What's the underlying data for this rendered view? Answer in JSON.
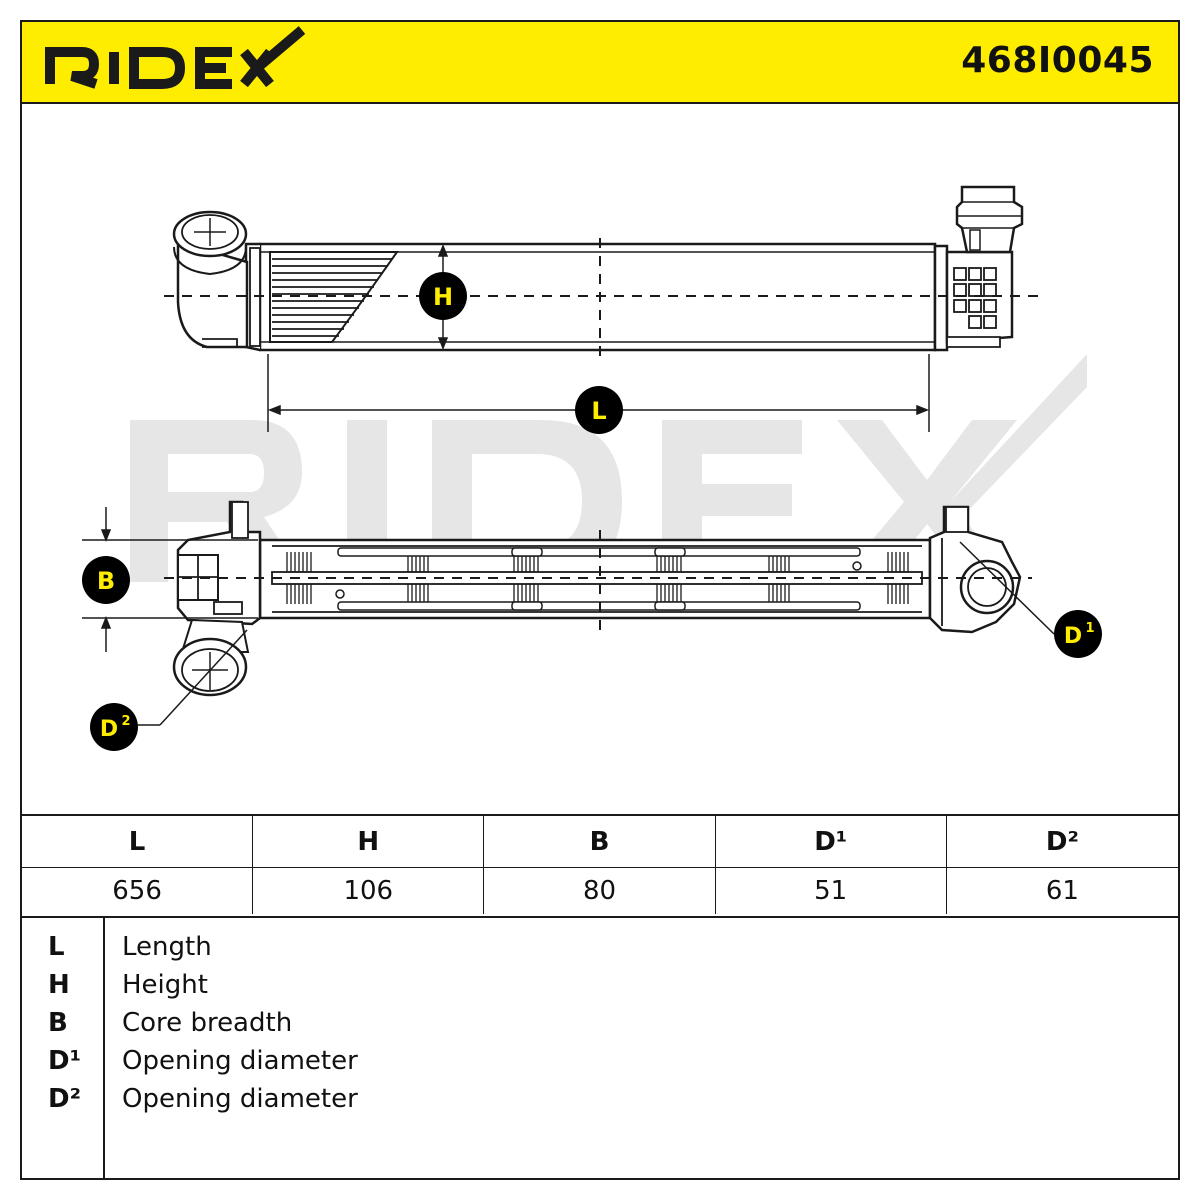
{
  "header": {
    "brand": "RIDEX",
    "part_number": "468I0045",
    "background_color": "#ffed00"
  },
  "watermark": "RIDEX",
  "labels": {
    "height": "H",
    "length": "L",
    "breadth": "B",
    "d1_key": "D",
    "d1_sup": "1",
    "d2_key": "D",
    "d2_sup": "2"
  },
  "table": {
    "headers": [
      "L",
      "H",
      "B",
      "D¹",
      "D²"
    ],
    "values": [
      "656",
      "106",
      "80",
      "51",
      "61"
    ]
  },
  "legend": [
    {
      "key": "L",
      "desc": "Length"
    },
    {
      "key": "H",
      "desc": "Height"
    },
    {
      "key": "B",
      "desc": "Core breadth"
    },
    {
      "key": "D¹",
      "desc": "Opening diameter"
    },
    {
      "key": "D²",
      "desc": "Opening diameter"
    }
  ],
  "colors": {
    "marker_fill": "#000000",
    "marker_text": "#ffed00",
    "watermark": "#e6e6e6",
    "line": "#1a1a1a"
  }
}
